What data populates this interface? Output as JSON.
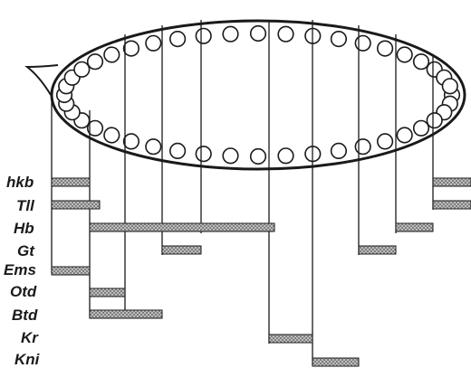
{
  "diagram": {
    "genes": [
      "hkb",
      "Tll",
      "Hb",
      "Gt",
      "Ems",
      "Otd",
      "Btd",
      "Kr",
      "Kni"
    ],
    "colors": {
      "line": "#1a1a1a",
      "bar_fill": "#cfcfcf",
      "bar_hatch": "#6e6e6e",
      "background": "#ffffff"
    },
    "bar_style": "cross-hatched"
  }
}
